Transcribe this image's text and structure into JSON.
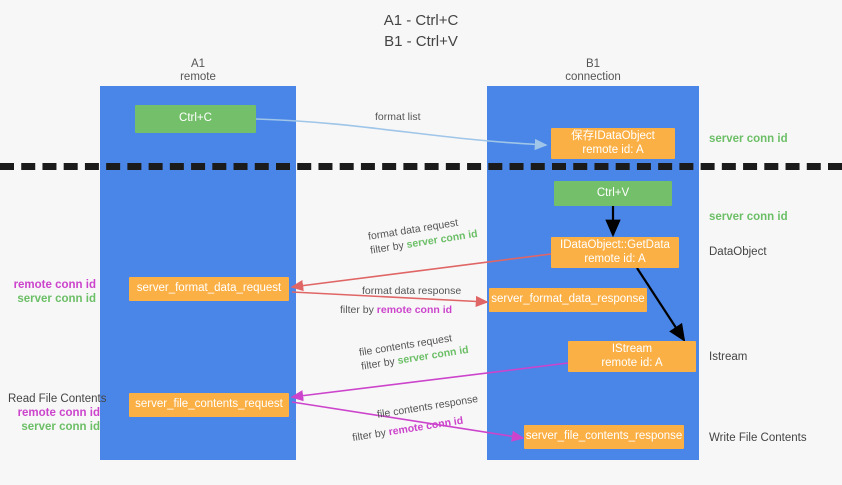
{
  "title": {
    "line1": "A1 - Ctrl+C",
    "line2": "B1 - Ctrl+V"
  },
  "colors": {
    "lane": "#4a86e8",
    "node_green": "#73bf6a",
    "node_orange": "#fbb046",
    "server_conn": "#6cbf67",
    "remote_conn": "#cc44cc",
    "arrow_blue": "#9fc5e8",
    "arrow_red": "#e06666",
    "arrow_magenta": "#cc44cc",
    "arrow_black": "#000000",
    "divider": "#1b1b1b"
  },
  "columns": [
    {
      "name": "A1",
      "sub": "remote"
    },
    {
      "name": "B1",
      "sub": "connection"
    }
  ],
  "nodes": [
    {
      "id": "ctrl-c",
      "label": "Ctrl+C",
      "sub": "",
      "kind": "green"
    },
    {
      "id": "save-idataobject",
      "label": "保存IDataObject",
      "sub": "remote id: A",
      "kind": "orange"
    },
    {
      "id": "ctrl-v",
      "label": "Ctrl+V",
      "sub": "",
      "kind": "green"
    },
    {
      "id": "idataobject-getdata",
      "label": "IDataObject::GetData",
      "sub": "remote id: A",
      "kind": "orange"
    },
    {
      "id": "format-data-request",
      "label": "server_format_data_request",
      "sub": "",
      "kind": "orange"
    },
    {
      "id": "format-data-response",
      "label": "server_format_data_response",
      "sub": "",
      "kind": "orange"
    },
    {
      "id": "istream",
      "label": "IStream",
      "sub": "remote id: A",
      "kind": "orange"
    },
    {
      "id": "file-contents-request",
      "label": "server_file_contents_request",
      "sub": "",
      "kind": "orange"
    },
    {
      "id": "file-contents-response",
      "label": "server_file_contents_response",
      "sub": "",
      "kind": "orange"
    }
  ],
  "right_labels": [
    {
      "id": "server-conn-id-1",
      "text": "server conn id",
      "style": "green"
    },
    {
      "id": "server-conn-id-2",
      "text": "server conn id",
      "style": "green"
    },
    {
      "id": "dataobject",
      "text": "DataObject",
      "style": "plain"
    },
    {
      "id": "istream",
      "text": "Istream",
      "style": "plain"
    },
    {
      "id": "write-file",
      "text": "Write File Contents",
      "style": "plain"
    }
  ],
  "left_labels": [
    {
      "id": "conn-ids-upper",
      "remote": "remote conn id",
      "server": "server conn id",
      "heading": ""
    },
    {
      "id": "read-file-contents",
      "remote": "remote conn id",
      "server": "server conn id",
      "heading": "Read File Contents"
    }
  ],
  "edges": [
    {
      "id": "format-list",
      "text": "format list",
      "filter_prefix": "",
      "filter_value": ""
    },
    {
      "id": "format-data-request",
      "text": "format data request",
      "filter_prefix": "filter by ",
      "filter_value": "server conn id",
      "filter_style": "green"
    },
    {
      "id": "format-data-response",
      "text": "format data response",
      "filter_prefix": "filter by ",
      "filter_value": "remote conn id",
      "filter_style": "purple"
    },
    {
      "id": "file-contents-request",
      "text": "file contents request",
      "filter_prefix": "filter by ",
      "filter_value": "server conn id",
      "filter_style": "green"
    },
    {
      "id": "file-contents-response",
      "text": "file contents response",
      "filter_prefix": "filter by ",
      "filter_value": "remote conn id",
      "filter_style": "purple"
    }
  ]
}
